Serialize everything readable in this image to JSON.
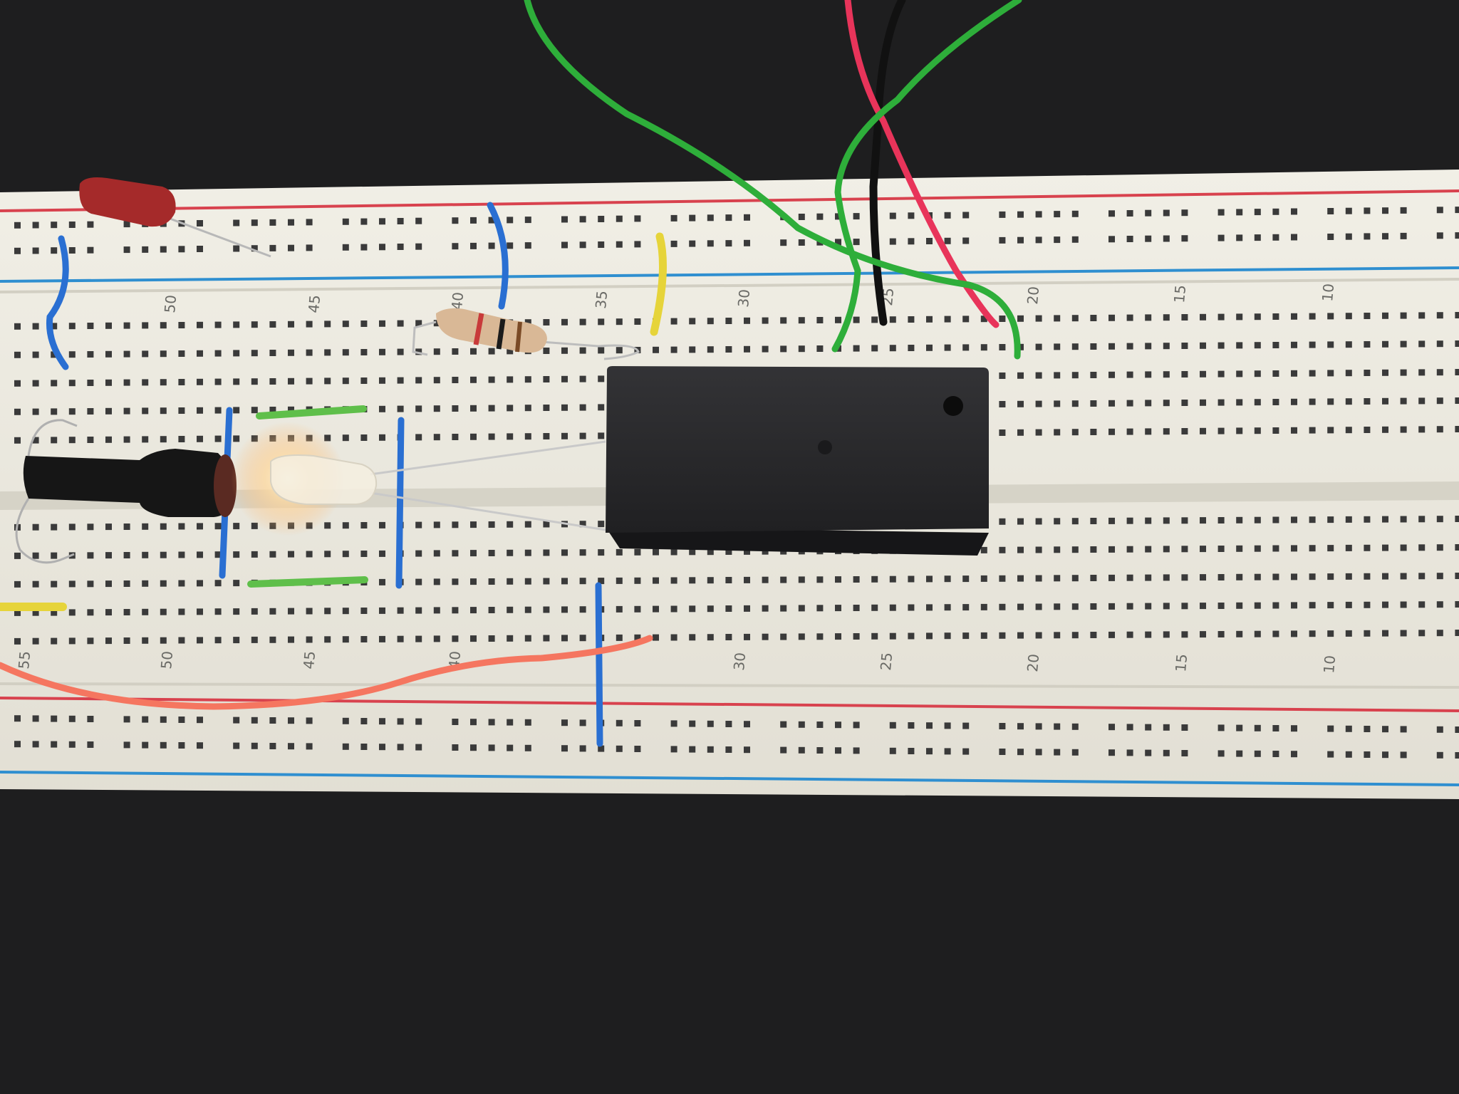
{
  "breadboard": {
    "top_numbers": [
      "50",
      "45",
      "40",
      "35",
      "30",
      "25",
      "20",
      "15",
      "10"
    ],
    "bottom_numbers": [
      "55",
      "50",
      "45",
      "40",
      "30",
      "25",
      "20",
      "15",
      "10"
    ]
  },
  "colors": {
    "background": "#1e1e1f",
    "board": "#eae8df",
    "hole": "#3a3a3a",
    "rail_red": "#d8424e",
    "rail_blue": "#2f8fd0",
    "wire_blue": "#2a6fd2",
    "wire_green": "#2eae3a",
    "wire_red": "#e8345a",
    "wire_black": "#111111",
    "wire_yellow": "#e6d43a",
    "wire_orange": "#f57660",
    "relay": "#2a2a2c",
    "capacitor": "#a52a2a",
    "inductor": "#161616"
  },
  "icons": {
    "relay": "relay-icon",
    "led": "led-icon",
    "resistor": "resistor-icon",
    "capacitor": "capacitor-icon",
    "inductor": "inductor-icon"
  }
}
